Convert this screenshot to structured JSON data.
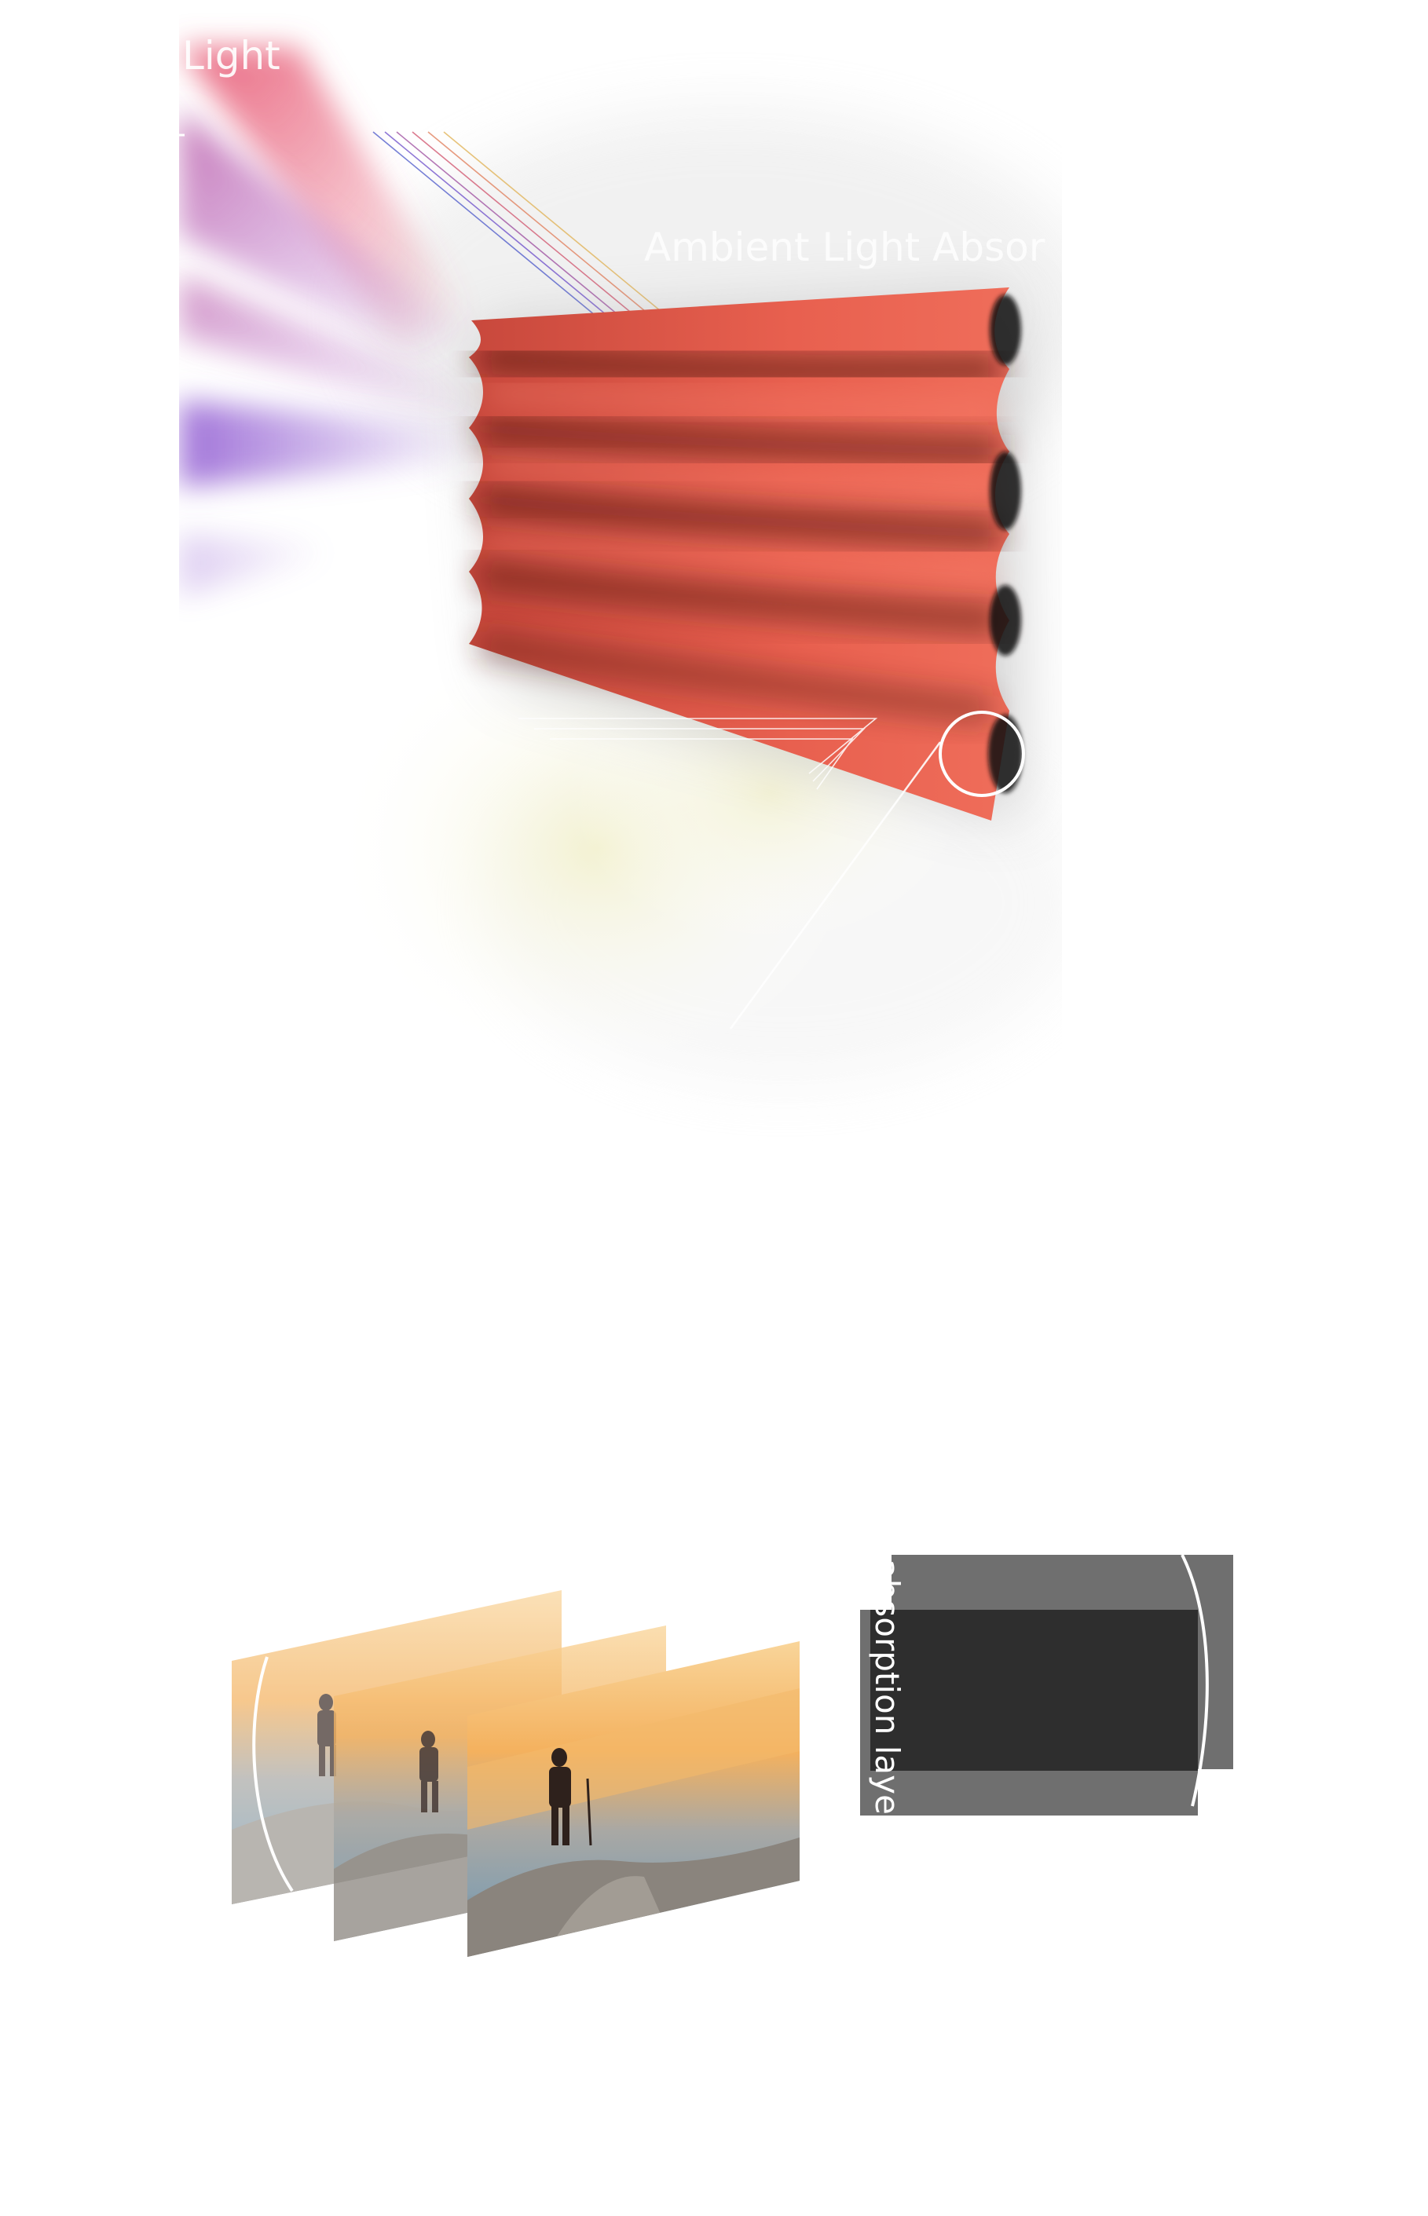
{
  "labels": {
    "light": "Light",
    "ambient": "Ambient Light Absor",
    "absorption": "absorption layer"
  },
  "colors": {
    "background": "#ffffff",
    "panel_red": "#e8604f",
    "panel_shadow": "#6b241c",
    "ray_red": "#e8607a",
    "ray_purple": "#9b6bd6",
    "glow_yellow": "#f6f4d8",
    "layer_gray": "#6f6f6f",
    "layer_dark": "#2e2e2e",
    "sky_orange": "#f4b15e",
    "sky_blue": "#8aa0ad"
  },
  "icons": {
    "frames": "hiker-sunset-frame"
  }
}
